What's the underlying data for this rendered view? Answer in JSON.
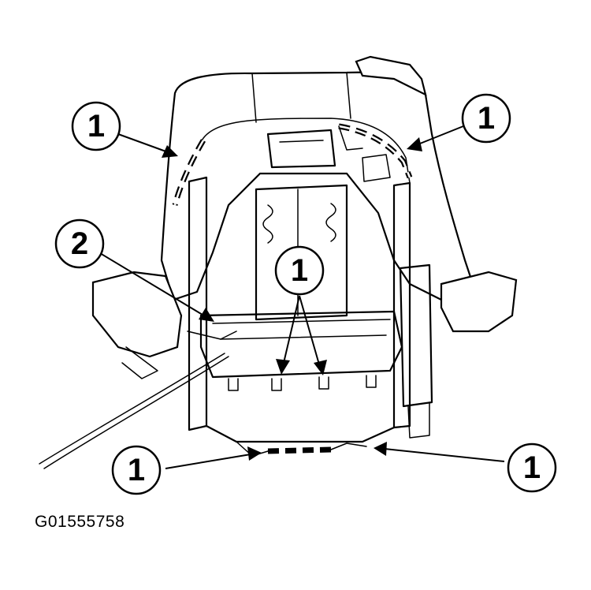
{
  "callouts": [
    {
      "id": "c1",
      "label": "1"
    },
    {
      "id": "c2",
      "label": "1"
    },
    {
      "id": "c3",
      "label": "2"
    },
    {
      "id": "c4",
      "label": "1"
    },
    {
      "id": "c5",
      "label": "1"
    },
    {
      "id": "c6",
      "label": "1"
    }
  ],
  "figure_id": "G01555758"
}
